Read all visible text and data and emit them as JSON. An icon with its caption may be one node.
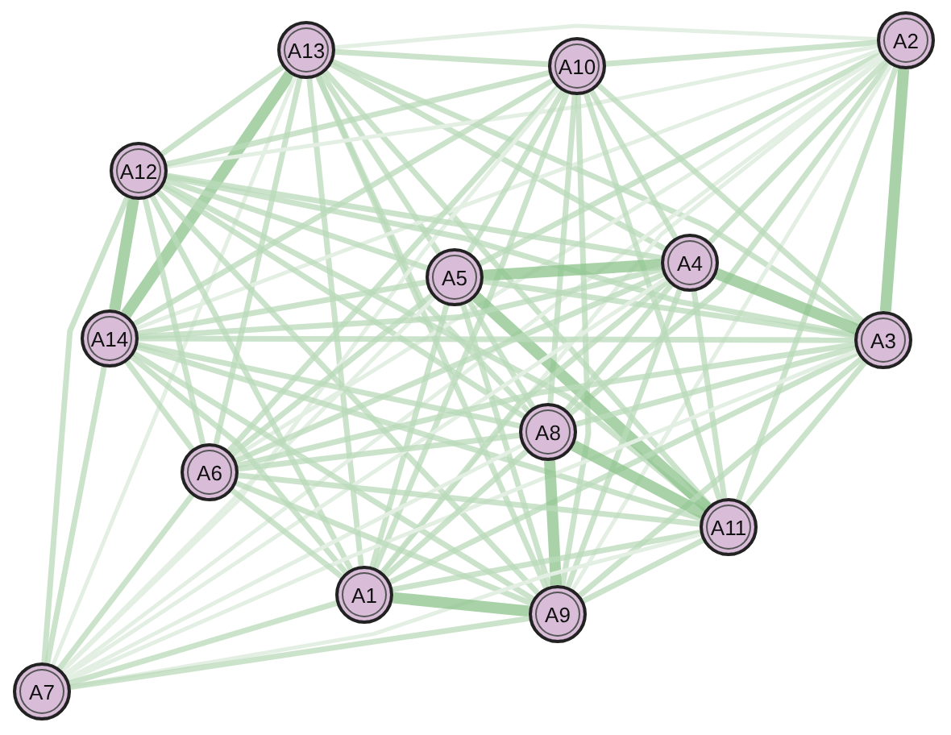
{
  "diagram": {
    "nodes": [
      {
        "text": [
          "A13"
        ]
      },
      {
        "text": [
          "A2"
        ]
      },
      {
        "text": [
          "A10"
        ]
      },
      {
        "text": [
          "A12"
        ]
      },
      {
        "text": [
          "A5"
        ]
      },
      {
        "text": [
          "A4"
        ]
      },
      {
        "text": [
          "A14"
        ]
      },
      {
        "text": [
          "A3"
        ]
      },
      {
        "text": [
          "A8"
        ]
      },
      {
        "text": [
          "A6"
        ]
      },
      {
        "text": [
          "A11"
        ]
      },
      {
        "text": [
          "A1"
        ]
      },
      {
        "text": [
          "A9"
        ]
      },
      {
        "text": [
          "A7"
        ]
      }
    ],
    "edges": [
      {
        "from": 0,
        "to": 1,
        "arrow": "none",
        "color": "#e3efe3"
      },
      {
        "from": 0,
        "to": 2,
        "arrow": "none"
      },
      {
        "from": 0,
        "to": 3,
        "arrow": "none"
      },
      {
        "from": 0,
        "to": 4,
        "arrow": "none"
      },
      {
        "from": 0,
        "to": 5,
        "arrow": "none"
      },
      {
        "from": 0,
        "to": 6,
        "arrow": "none",
        "style": "thick"
      },
      {
        "from": 0,
        "to": 7,
        "arrow": "none"
      },
      {
        "from": 0,
        "to": 8,
        "arrow": "none"
      },
      {
        "from": 0,
        "to": 9,
        "arrow": "none"
      },
      {
        "from": 0,
        "to": 10,
        "arrow": "none"
      },
      {
        "from": 0,
        "to": 11,
        "arrow": "none"
      },
      {
        "from": 0,
        "to": 12,
        "arrow": "none"
      },
      {
        "from": 0,
        "to": 13,
        "arrow": "none",
        "color": "#e3efe3"
      },
      {
        "from": 1,
        "to": 2,
        "arrow": "none"
      },
      {
        "from": 1,
        "to": 3,
        "arrow": "none",
        "color": "#e3efe3"
      },
      {
        "from": 1,
        "to": 4,
        "arrow": "none"
      },
      {
        "from": 1,
        "to": 5,
        "arrow": "none"
      },
      {
        "from": 1,
        "to": 6,
        "arrow": "none",
        "color": "#e3efe3"
      },
      {
        "from": 1,
        "to": 7,
        "arrow": "none",
        "style": "thick"
      },
      {
        "from": 1,
        "to": 8,
        "arrow": "none"
      },
      {
        "from": 1,
        "to": 9,
        "arrow": "none",
        "color": "#e3efe3"
      },
      {
        "from": 1,
        "to": 10,
        "arrow": "none"
      },
      {
        "from": 1,
        "to": 11,
        "arrow": "none",
        "color": "#e3efe3"
      },
      {
        "from": 1,
        "to": 12,
        "arrow": "none",
        "color": "#e3efe3"
      },
      {
        "from": 1,
        "to": 13,
        "arrow": "none",
        "color": "#e3efe3"
      },
      {
        "from": 2,
        "to": 3,
        "arrow": "none"
      },
      {
        "from": 2,
        "to": 4,
        "arrow": "none"
      },
      {
        "from": 2,
        "to": 5,
        "arrow": "none"
      },
      {
        "from": 2,
        "to": 6,
        "arrow": "none"
      },
      {
        "from": 2,
        "to": 7,
        "arrow": "none"
      },
      {
        "from": 2,
        "to": 8,
        "arrow": "none"
      },
      {
        "from": 2,
        "to": 9,
        "arrow": "none"
      },
      {
        "from": 2,
        "to": 10,
        "arrow": "none"
      },
      {
        "from": 2,
        "to": 11,
        "arrow": "none"
      },
      {
        "from": 2,
        "to": 12,
        "arrow": "none"
      },
      {
        "from": 2,
        "to": 13,
        "arrow": "none",
        "color": "#e3efe3"
      },
      {
        "from": 3,
        "to": 4,
        "arrow": "none"
      },
      {
        "from": 3,
        "to": 5,
        "arrow": "none"
      },
      {
        "from": 3,
        "to": 6,
        "arrow": "none",
        "style": "thick"
      },
      {
        "from": 3,
        "to": 7,
        "arrow": "none"
      },
      {
        "from": 3,
        "to": 8,
        "arrow": "none"
      },
      {
        "from": 3,
        "to": 9,
        "arrow": "none"
      },
      {
        "from": 3,
        "to": 10,
        "arrow": "none"
      },
      {
        "from": 3,
        "to": 11,
        "arrow": "none"
      },
      {
        "from": 3,
        "to": 12,
        "arrow": "none"
      },
      {
        "from": 3,
        "to": 13,
        "arrow": "none"
      },
      {
        "from": 4,
        "to": 5,
        "arrow": "none",
        "style": "thick"
      },
      {
        "from": 4,
        "to": 6,
        "arrow": "none"
      },
      {
        "from": 4,
        "to": 7,
        "arrow": "none"
      },
      {
        "from": 4,
        "to": 8,
        "arrow": "none"
      },
      {
        "from": 4,
        "to": 9,
        "arrow": "none"
      },
      {
        "from": 4,
        "to": 10,
        "arrow": "none",
        "style": "thick"
      },
      {
        "from": 4,
        "to": 11,
        "arrow": "none"
      },
      {
        "from": 4,
        "to": 12,
        "arrow": "none"
      },
      {
        "from": 4,
        "to": 13,
        "arrow": "none",
        "color": "#e3efe3"
      },
      {
        "from": 5,
        "to": 6,
        "arrow": "none"
      },
      {
        "from": 5,
        "to": 7,
        "arrow": "none",
        "style": "thick"
      },
      {
        "from": 5,
        "to": 8,
        "arrow": "none"
      },
      {
        "from": 5,
        "to": 9,
        "arrow": "none"
      },
      {
        "from": 5,
        "to": 10,
        "arrow": "none"
      },
      {
        "from": 5,
        "to": 11,
        "arrow": "none"
      },
      {
        "from": 5,
        "to": 12,
        "arrow": "none"
      },
      {
        "from": 5,
        "to": 13,
        "arrow": "none",
        "color": "#e3efe3"
      },
      {
        "from": 6,
        "to": 7,
        "arrow": "none"
      },
      {
        "from": 6,
        "to": 8,
        "arrow": "none"
      },
      {
        "from": 6,
        "to": 9,
        "arrow": "none"
      },
      {
        "from": 6,
        "to": 10,
        "arrow": "none"
      },
      {
        "from": 6,
        "to": 11,
        "arrow": "none"
      },
      {
        "from": 6,
        "to": 12,
        "arrow": "none"
      },
      {
        "from": 6,
        "to": 13,
        "arrow": "none"
      },
      {
        "from": 7,
        "to": 8,
        "arrow": "none"
      },
      {
        "from": 7,
        "to": 9,
        "arrow": "none"
      },
      {
        "from": 7,
        "to": 10,
        "arrow": "none"
      },
      {
        "from": 7,
        "to": 11,
        "arrow": "none"
      },
      {
        "from": 7,
        "to": 12,
        "arrow": "none"
      },
      {
        "from": 7,
        "to": 13,
        "arrow": "none",
        "color": "#e3efe3"
      },
      {
        "from": 8,
        "to": 9,
        "arrow": "none"
      },
      {
        "from": 8,
        "to": 10,
        "arrow": "none",
        "style": "thick"
      },
      {
        "from": 8,
        "to": 11,
        "arrow": "none"
      },
      {
        "from": 8,
        "to": 12,
        "arrow": "none",
        "style": "thick"
      },
      {
        "from": 8,
        "to": 13,
        "arrow": "none",
        "color": "#e3efe3"
      },
      {
        "from": 9,
        "to": 10,
        "arrow": "none"
      },
      {
        "from": 9,
        "to": 11,
        "arrow": "none"
      },
      {
        "from": 9,
        "to": 12,
        "arrow": "none"
      },
      {
        "from": 9,
        "to": 13,
        "arrow": "none"
      },
      {
        "from": 10,
        "to": 11,
        "arrow": "none"
      },
      {
        "from": 10,
        "to": 12,
        "arrow": "none"
      },
      {
        "from": 10,
        "to": 13,
        "arrow": "none",
        "color": "#e3efe3"
      },
      {
        "from": 11,
        "to": 12,
        "arrow": "none",
        "style": "thick"
      },
      {
        "from": 11,
        "to": 13,
        "arrow": "none"
      },
      {
        "from": 12,
        "to": 13,
        "arrow": "none"
      }
    ]
  }
}
